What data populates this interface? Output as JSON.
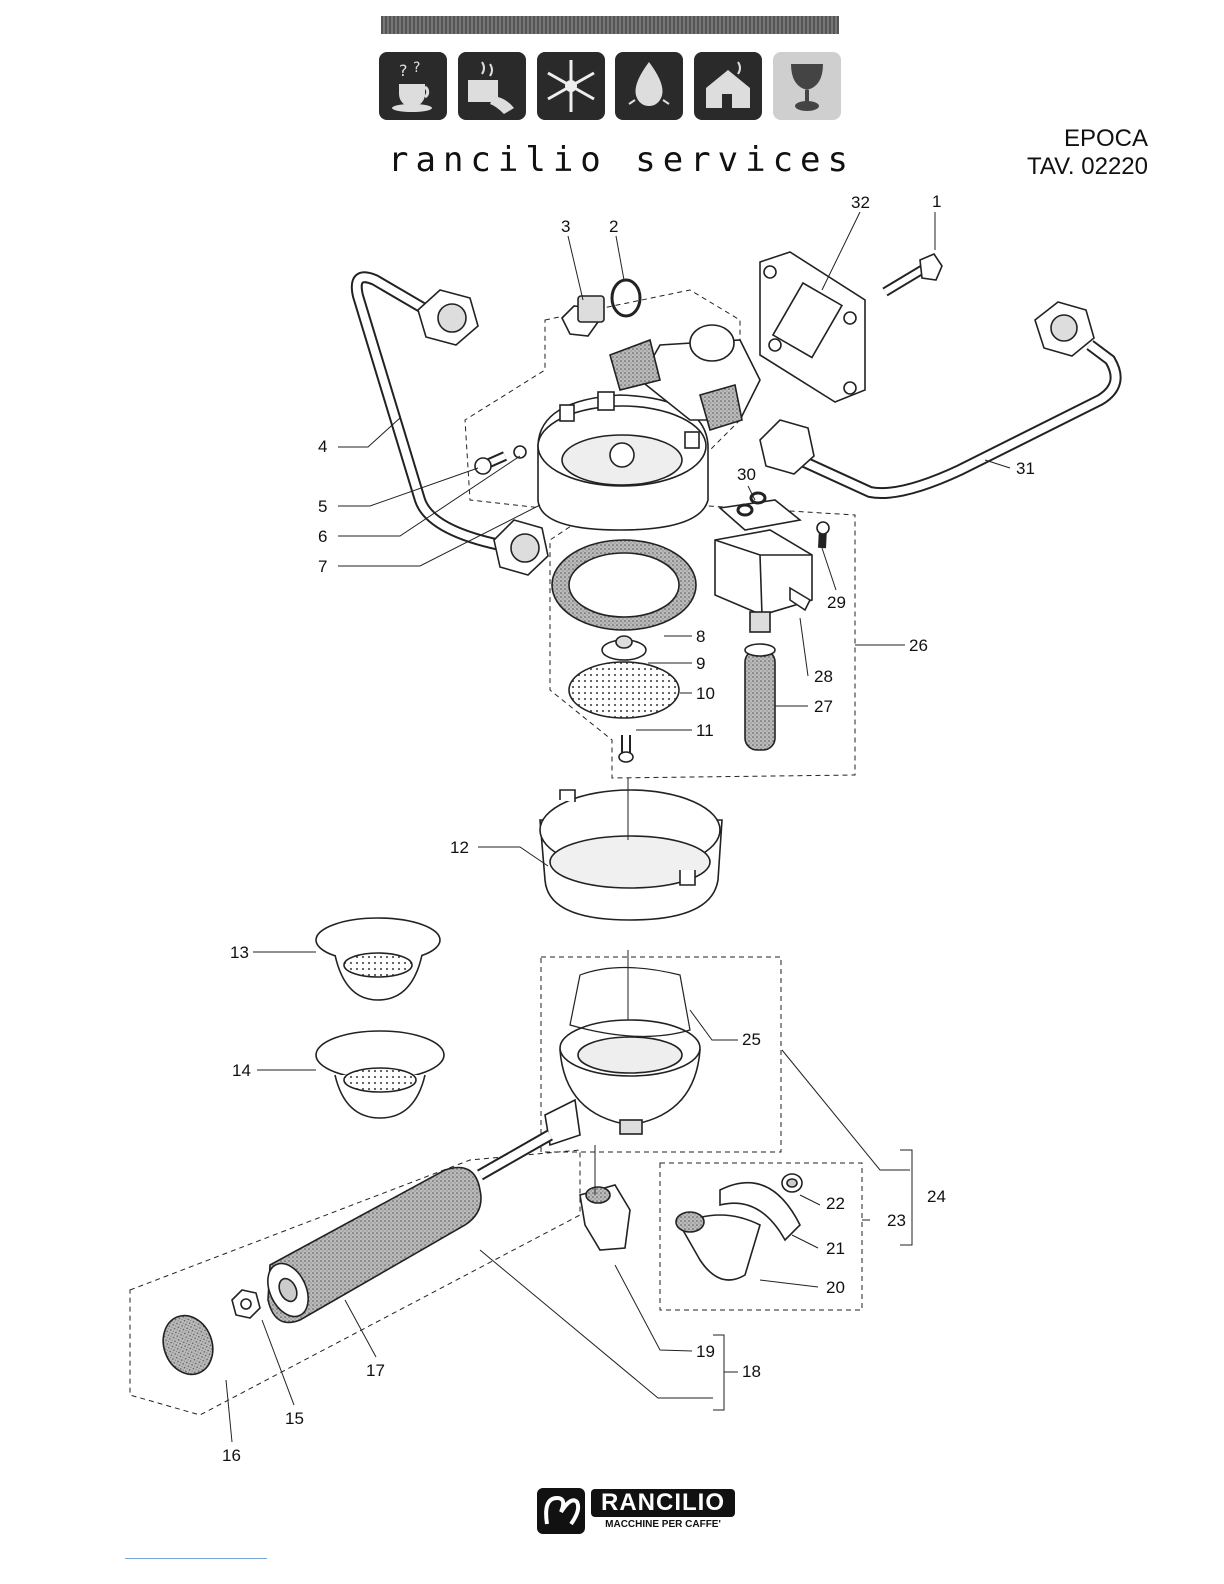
{
  "header": {
    "services": "rancilio services",
    "model": "EPOCA",
    "table": "TAV. 02220"
  },
  "icons": [
    "coffee-cup-icon",
    "hot-water-cup-icon",
    "snowflake-icon",
    "water-drop-icon",
    "house-icon",
    "goblet-icon"
  ],
  "callouts": [
    "1",
    "2",
    "3",
    "4",
    "5",
    "6",
    "7",
    "8",
    "9",
    "10",
    "11",
    "12",
    "13",
    "14",
    "15",
    "16",
    "17",
    "18",
    "19",
    "20",
    "21",
    "22",
    "23",
    "24",
    "25",
    "26",
    "27",
    "28",
    "29",
    "30",
    "31",
    "32"
  ],
  "logo": {
    "brand": "RANCILIO",
    "tagline": "MACCHINE PER CAFFE'"
  }
}
